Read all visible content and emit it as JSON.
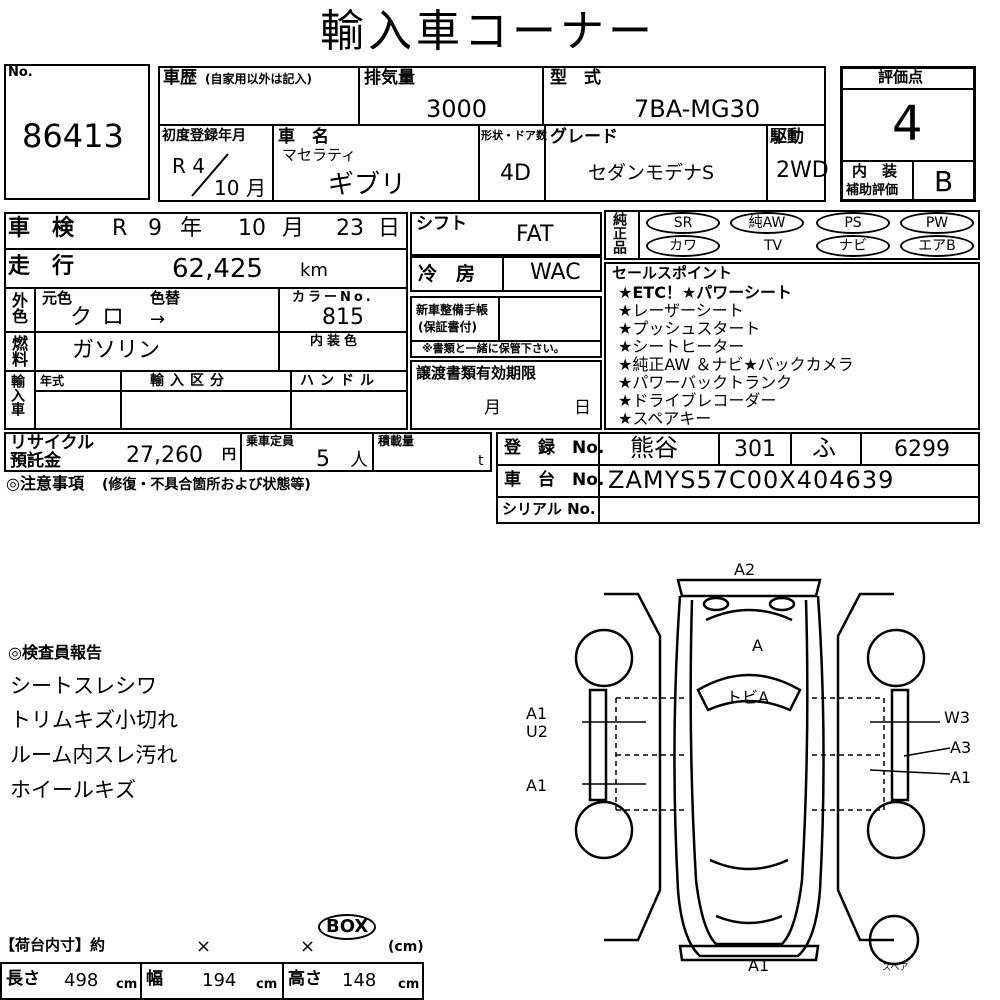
{
  "title": "輸入車コーナー",
  "header": {
    "no_label": "No.",
    "lot_number": "86413",
    "history_label": "車歴",
    "history_note": "(自家用以外は記入)",
    "displacement_label": "排気量",
    "displacement": "3000",
    "model_label": "型　式",
    "model": "7BA-MG30",
    "score_label": "評価点",
    "score": "4",
    "first_reg_label": "初度登録年月",
    "first_reg_era": "R 4",
    "first_reg_month": "10",
    "month_unit": "月",
    "car_name_label": "車　名",
    "maker": "マセラティ",
    "car_name": "ギブリ",
    "doors_label": "形状・ドア数",
    "doors": "4D",
    "grade_label": "グレード",
    "grade": "セダンモデナS",
    "drive_label": "駆動",
    "drive": "2WD",
    "interior_label": "内　装",
    "interior_sub": "補助評価",
    "interior_score": "B"
  },
  "inspection": {
    "label": "車　検",
    "era": "R",
    "year": "9",
    "year_unit": "年",
    "month": "10",
    "month_unit": "月",
    "day": "23",
    "day_unit": "日"
  },
  "mileage": {
    "label": "走　行",
    "value": "62,425",
    "unit": "km"
  },
  "color": {
    "side_label": "外色",
    "orig_label": "元色",
    "change_label": "色替",
    "orig": "クロ",
    "arrow": "→",
    "code_label": "カラーNo.",
    "code": "815"
  },
  "fuel": {
    "side_label": "燃料",
    "value": "ガソリン",
    "interior_color_label": "内装色"
  },
  "import": {
    "side_label": "輸入車",
    "year_label": "年式",
    "type_label": "輸入区分",
    "handle_label": "ハンドル"
  },
  "recycle": {
    "label1": "リサイクル",
    "label2": "預託金",
    "value": "27,260",
    "unit": "円",
    "capacity_label": "乗車定員",
    "capacity": "5",
    "capacity_unit": "人",
    "load_label": "積載量",
    "load_unit": "t"
  },
  "notes_label": "◎注意事項",
  "notes_sub": "(修復・不具合箇所および状態等)",
  "shift": {
    "label": "シフト",
    "value": "FAT"
  },
  "ac": {
    "label": "冷　房",
    "value": "WAC"
  },
  "manual": {
    "label1": "新車整備手帳",
    "label2": "(保証書付)",
    "note": "※書類と一緒に保管下さい。"
  },
  "transfer": {
    "label": "譲渡書類有効期限",
    "month_unit": "月",
    "day_unit": "日"
  },
  "equipment": {
    "side_label": "純正品",
    "items": [
      "SR",
      "純AW",
      "PS",
      "PW",
      "カワ",
      "TV",
      "ナビ",
      "エアB"
    ],
    "circled": [
      "SR",
      "純AW",
      "PS",
      "PW",
      "カワ",
      "ナビ",
      "エアB"
    ]
  },
  "sales_points": {
    "label": "セールスポイント",
    "lines": [
      "★ETC！★パワーシート",
      "★レーザーシート",
      "★プッシュスタート",
      "★シートヒーター",
      "★純正AW ＆ナビ★バックカメラ",
      "★パワーバックトランク",
      "★ドライブレコーダー",
      "★スペアキー"
    ]
  },
  "registration": {
    "label": "登　録　No.",
    "place": "熊谷",
    "class": "301",
    "kana": "ふ",
    "number": "6299",
    "chassis_label": "車　台　No.",
    "chassis": "ZAMYS57C00X404639",
    "serial_label": "シリアル No."
  },
  "inspector": {
    "label": "◎検査員報告",
    "lines": [
      "シートスレシワ",
      "トリムキズ小切れ",
      "ルーム内スレ汚れ",
      "ホイールキズ"
    ]
  },
  "diagram": {
    "marks": [
      "A2",
      "A",
      "トビA",
      "A1",
      "U2",
      "A1",
      "W3",
      "A3",
      "A1",
      "A1"
    ],
    "spare_label": "スペア"
  },
  "cargo": {
    "label": "【荷台内寸】約",
    "x1": "×",
    "x2": "×",
    "box": "BOX",
    "unit_cm": "(cm)",
    "length_label": "長さ",
    "length": "498",
    "width_label": "幅",
    "width": "194",
    "height_label": "高さ",
    "height": "148",
    "cm": "cm"
  }
}
